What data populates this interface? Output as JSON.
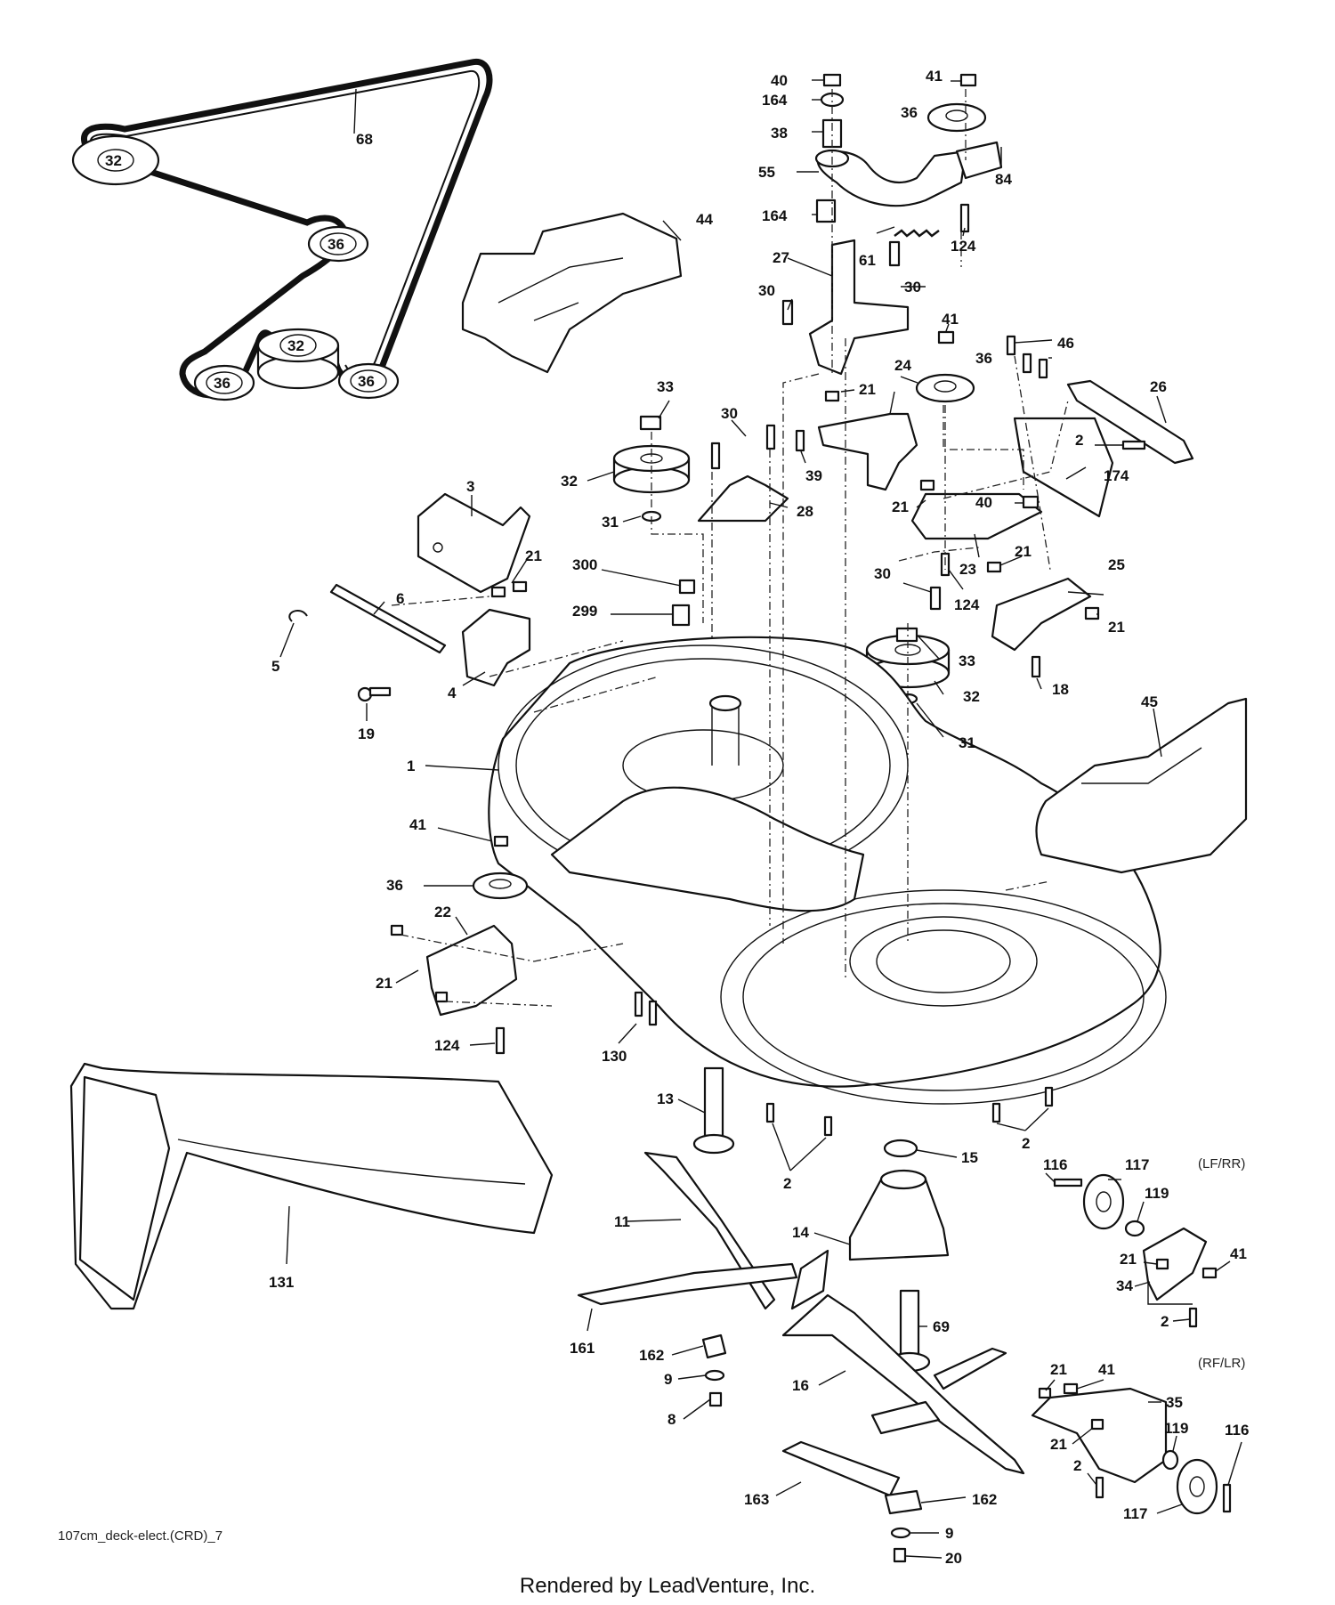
{
  "diagram_code": "107cm_deck-elect.(CRD)_7",
  "footer": "Rendered by LeadVenture, Inc.",
  "variant_notes": [
    "(LF/RR)",
    "(RF/LR)"
  ],
  "belt_labels": [
    "68",
    "32",
    "36",
    "32",
    "36",
    "36"
  ],
  "callouts": [
    "40",
    "164",
    "38",
    "55",
    "164",
    "27",
    "61",
    "30",
    "30",
    "41",
    "36",
    "84",
    "124",
    "44",
    "41",
    "46",
    "36",
    "24",
    "21",
    "39",
    "30",
    "33",
    "32",
    "31",
    "28",
    "26",
    "2",
    "174",
    "21",
    "40",
    "23",
    "30",
    "124",
    "21",
    "25",
    "21",
    "18",
    "3",
    "21",
    "300",
    "299",
    "6",
    "5",
    "4",
    "19",
    "33",
    "32",
    "31",
    "1",
    "45",
    "41",
    "36",
    "22",
    "21",
    "124",
    "130",
    "131",
    "13",
    "2",
    "15",
    "2",
    "14",
    "116",
    "117",
    "(LF/RR)",
    "119",
    "21",
    "41",
    "34",
    "2",
    "11",
    "161",
    "162",
    "9",
    "8",
    "69",
    "16",
    "21",
    "41",
    "35",
    "21",
    "119",
    "116",
    "2",
    "117",
    "163",
    "162",
    "9",
    "20"
  ]
}
